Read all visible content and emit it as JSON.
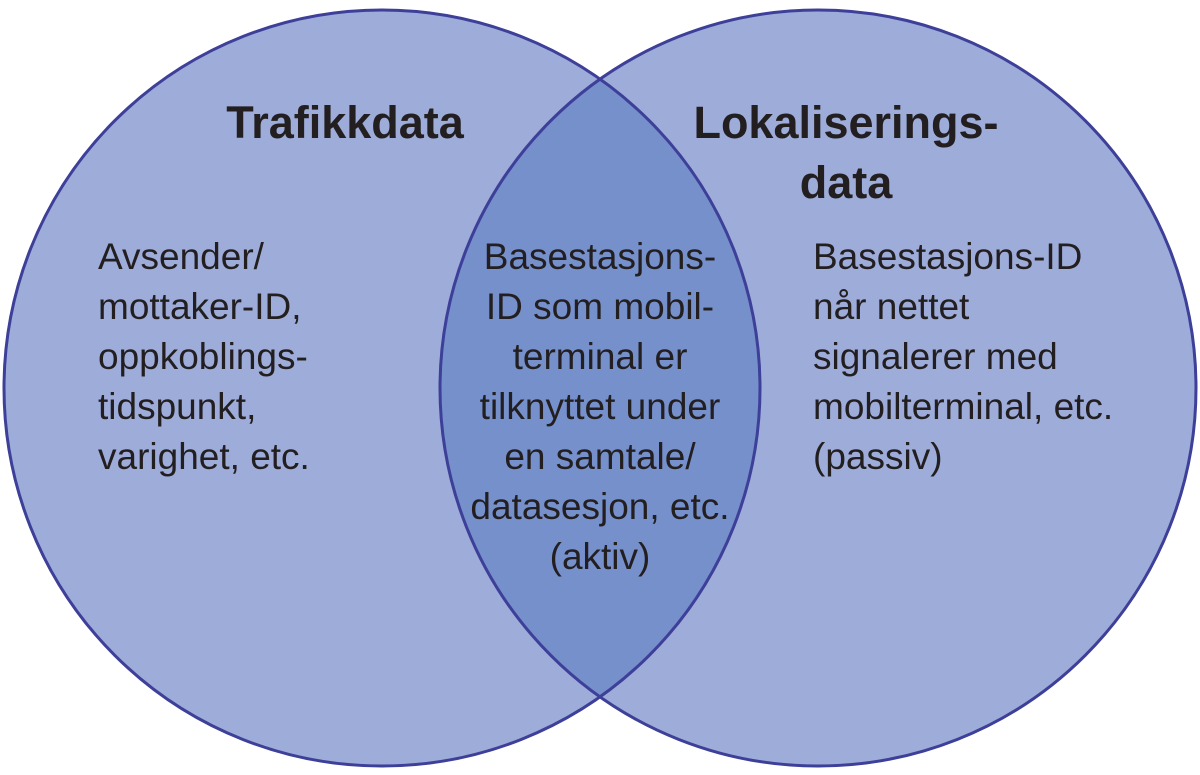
{
  "colors": {
    "background": "#ffffff",
    "circle_fill": "#9dacd9",
    "overlap_fill": "#7590cb",
    "circle_border": "#3d3f99",
    "text_color": "#231f20"
  },
  "venn": {
    "left": {
      "title": "Trafikkdata",
      "items_text": "Avsender/\nmottaker-ID,\noppkoblings-\ntidspunkt,\nvarighet, etc."
    },
    "overlap": {
      "items_text": "Basestasjons-\nID som mobil-\nterminal er\ntilknyttet under\nen samtale/\ndatasesjon, etc.\n(aktiv)"
    },
    "right": {
      "title": "Lokaliserings-\ndata",
      "items_text": "Basestasjons-ID\nnår nettet\nsignalerer med\nmobilterminal, etc.\n(passiv)"
    }
  }
}
